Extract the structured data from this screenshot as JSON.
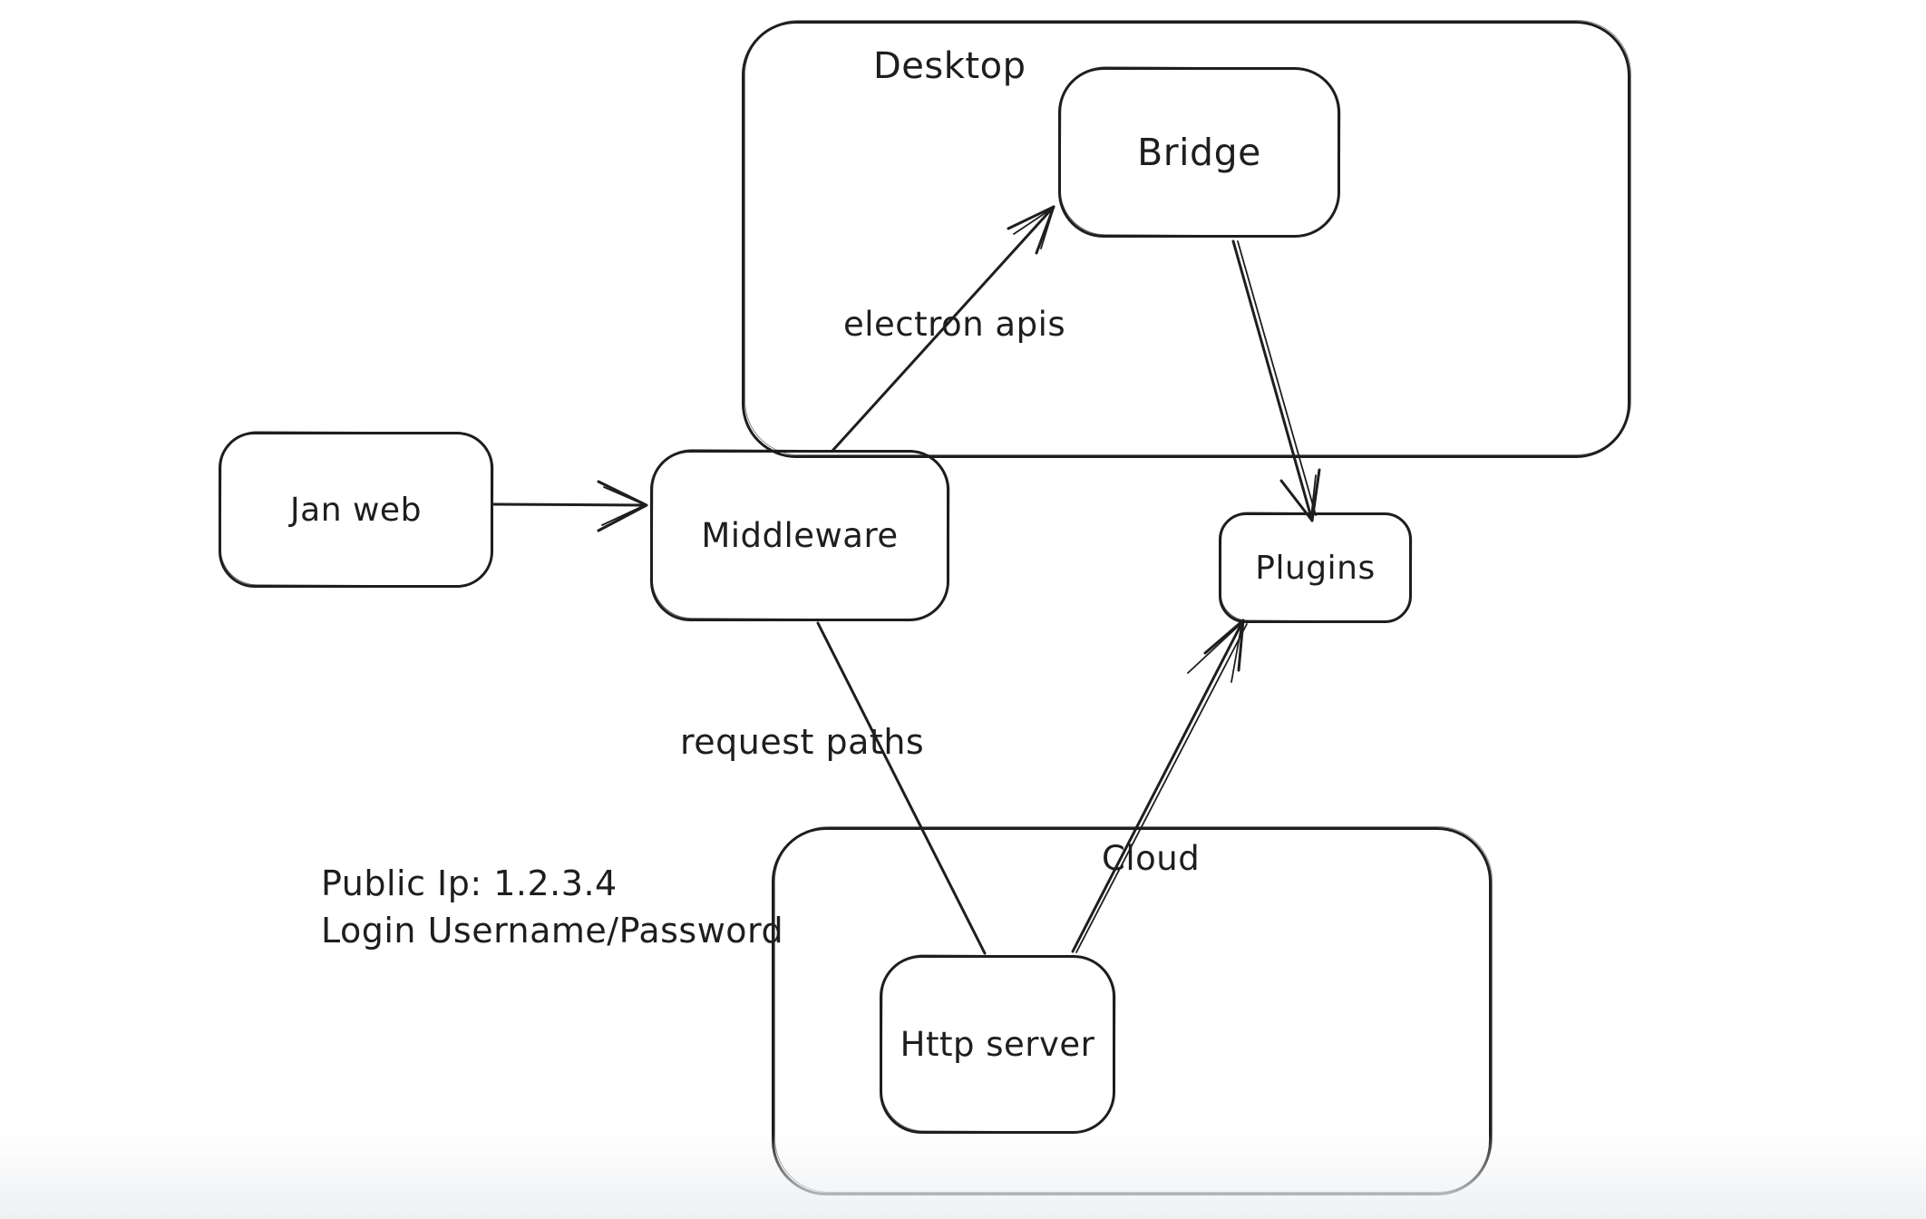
{
  "canvas": {
    "background": "#ffffff",
    "ink_color": "#1e1e1e",
    "bottom_fade_color": "#eef0f2"
  },
  "containers": [
    {
      "id": "desktop",
      "label": "Desktop"
    },
    {
      "id": "cloud",
      "label": "Cloud"
    }
  ],
  "nodes": [
    {
      "id": "jan-web",
      "label": "Jan web"
    },
    {
      "id": "middleware",
      "label": "Middleware"
    },
    {
      "id": "bridge",
      "label": "Bridge"
    },
    {
      "id": "plugins",
      "label": "Plugins"
    },
    {
      "id": "http-server",
      "label": "Http server"
    }
  ],
  "edges": [
    {
      "from": "jan-web",
      "to": "middleware",
      "label": "",
      "arrowhead": true
    },
    {
      "from": "middleware",
      "to": "bridge",
      "label": "electron apis",
      "arrowhead": true
    },
    {
      "from": "bridge",
      "to": "plugins",
      "label": "",
      "arrowhead": true
    },
    {
      "from": "middleware",
      "to": "http-server",
      "label": "request paths",
      "arrowhead": false
    },
    {
      "from": "http-server",
      "to": "plugins",
      "label": "",
      "arrowhead": true
    }
  ],
  "annotations": {
    "public_ip_line1": "Public Ip: 1.2.3.4",
    "public_ip_line2": "Login Username/Password"
  }
}
